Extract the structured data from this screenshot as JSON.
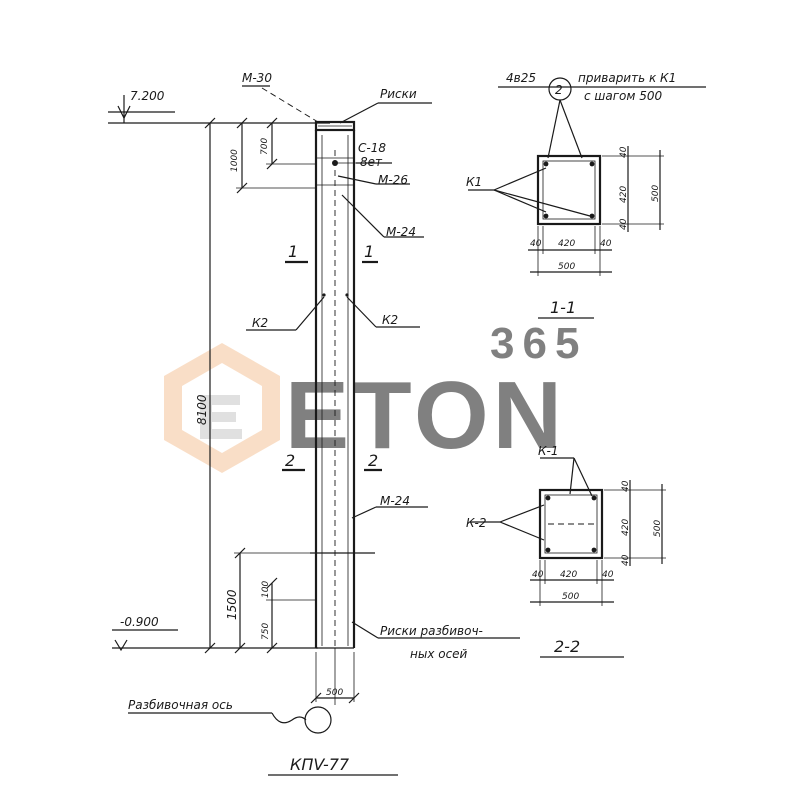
{
  "labels": {
    "elev_top": "7.200",
    "elev_bottom": "-0.900",
    "m30": "M-30",
    "riski": "Риски",
    "c18": "С-18",
    "vet": "8ет",
    "m26": "M-26",
    "m24_upper": "M-24",
    "m24_lower": "M-24",
    "sec1_left": "1",
    "sec1_right": "1",
    "sec2_left": "2",
    "sec2_right": "2",
    "k2_left": "К2",
    "k2_right": "К2",
    "dim_1000": "1000",
    "dim_700": "700",
    "dim_8100": "8100",
    "dim_1500": "1500",
    "dim_100": "100",
    "dim_750": "750",
    "dim_500_col": "500",
    "riski_axes_1": "Риски разбивоч-",
    "riski_axes_2": "ных осей",
    "layout_axis": "Разбивочная ось",
    "column_mark": "КПV-77",
    "top_note_a": "4в25",
    "top_note_circle": "2",
    "top_note_b": "приварить к К1",
    "top_note_c": "с шагом 500",
    "s1_title": "1-1",
    "s1_k1": "К1",
    "s1_w40l": "40",
    "s1_w420": "420",
    "s1_w40r": "40",
    "s1_w500": "500",
    "s1_h420": "420",
    "s1_h500": "500",
    "s1_h40t": "40",
    "s1_h40b": "40",
    "s2_title": "2-2",
    "s2_k1": "К-1",
    "s2_k2": "К-2",
    "s2_w40l": "40",
    "s2_w420": "420",
    "s2_w40r": "40",
    "s2_w500": "500",
    "s2_h420": "420",
    "s2_h500": "500",
    "s2_h40t": "40",
    "s2_h40b": "40"
  },
  "watermark": {
    "text_top": "365",
    "text_main": "ETON",
    "color_accent": "#f5c49a",
    "color_main": "#c8c8c8"
  },
  "colors": {
    "ink": "#1a1a1a"
  }
}
